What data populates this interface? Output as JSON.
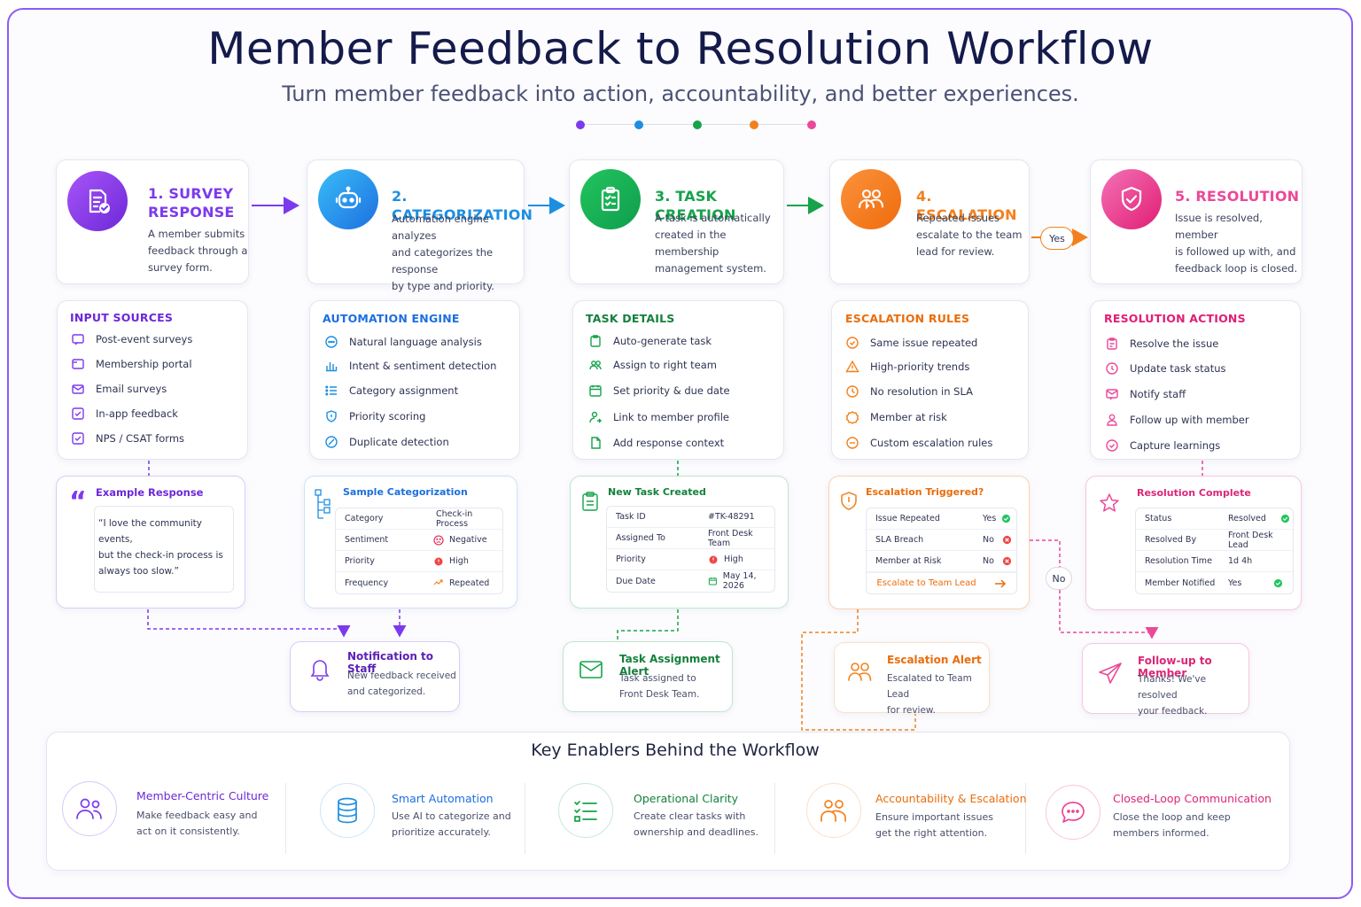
{
  "header": {
    "title": "Member Feedback to Resolution Workflow",
    "subtitle": "Turn member feedback into action, accountability, and better experiences."
  },
  "colors": {
    "purple": "#7c3aed",
    "blue": "#1d8fe0",
    "green": "#16a34a",
    "orange": "#f2811d",
    "pink": "#ec4899",
    "navy": "#141a4a"
  },
  "steps": [
    {
      "title_line1": "1. SURVEY",
      "title_line2": "RESPONSE",
      "desc_lines": [
        "A member submits",
        "feedback through a",
        "survey form."
      ],
      "icon": "survey-form-icon"
    },
    {
      "title": "2. CATEGORIZATION",
      "desc_lines": [
        "Automation engine analyzes",
        "and categorizes the response",
        "by type and priority."
      ],
      "icon": "robot-icon"
    },
    {
      "title": "3. TASK CREATION",
      "desc_lines": [
        "A task is automatically",
        "created in the membership",
        "management system."
      ],
      "icon": "clipboard-icon"
    },
    {
      "title": "4.  ESCALATION",
      "desc_lines": [
        "Repeated issues",
        "escalate to the team",
        "lead for review."
      ],
      "icon": "people-icon"
    },
    {
      "title": "5.  RESOLUTION",
      "desc_lines": [
        "Issue is resolved, member",
        "is followed up with, and",
        "feedback loop is closed."
      ],
      "icon": "shield-check-icon"
    }
  ],
  "decision": {
    "yes": "Yes",
    "no": "No"
  },
  "sections": [
    {
      "title": "INPUT SOURCES",
      "items": [
        "Post-event surveys",
        "Membership portal",
        "Email surveys",
        "In-app feedback",
        "NPS / CSAT forms"
      ]
    },
    {
      "title": "AUTOMATION ENGINE",
      "items": [
        "Natural language analysis",
        "Intent & sentiment detection",
        "Category assignment",
        "Priority scoring",
        "Duplicate detection"
      ]
    },
    {
      "title": "TASK DETAILS",
      "items": [
        "Auto-generate task",
        "Assign to right team",
        "Set priority & due date",
        "Link to member profile",
        "Add response context"
      ]
    },
    {
      "title": "ESCALATION RULES",
      "items": [
        "Same issue repeated",
        "High-priority trends",
        "No resolution in SLA",
        "Member at risk",
        "Custom escalation rules"
      ]
    },
    {
      "title": "RESOLUTION ACTIONS",
      "items": [
        "Resolve the issue",
        "Update task status",
        "Notify staff",
        "Follow up with member",
        "Capture learnings"
      ]
    }
  ],
  "example": {
    "title": "Example Response",
    "quote_lines": [
      "“I love the community events,",
      "but the check-in process is",
      "always too slow.”"
    ]
  },
  "categorization": {
    "title": "Sample Categorization",
    "rows": [
      {
        "key": "Category",
        "value": "Check-in Process"
      },
      {
        "key": "Sentiment",
        "value": "Negative"
      },
      {
        "key": "Priority",
        "value": "High"
      },
      {
        "key": "Frequency",
        "value": "Repeated"
      }
    ]
  },
  "task": {
    "title": "New Task Created",
    "rows": [
      {
        "key": "Task ID",
        "value": "#TK-48291"
      },
      {
        "key": "Assigned To",
        "value": "Front Desk Team"
      },
      {
        "key": "Priority",
        "value": "High"
      },
      {
        "key": "Due Date",
        "value": "May 14, 2026"
      }
    ]
  },
  "escalation": {
    "title": "Escalation Triggered?",
    "rows": [
      {
        "key": "Issue Repeated",
        "value": "Yes"
      },
      {
        "key": "SLA Breach",
        "value": "No"
      },
      {
        "key": "Member at Risk",
        "value": "No"
      }
    ],
    "action": "Escalate to Team Lead"
  },
  "resolution": {
    "title": "Resolution Complete",
    "rows": [
      {
        "key": "Status",
        "value": "Resolved"
      },
      {
        "key": "Resolved By",
        "value": "Front Desk Lead"
      },
      {
        "key": "Resolution Time",
        "value": "1d 4h"
      },
      {
        "key": "Member Notified",
        "value": "Yes"
      }
    ]
  },
  "alerts": [
    {
      "title": "Notification to Staff",
      "lines": [
        "New feedback received",
        "and categorized."
      ],
      "icon": "bell-icon"
    },
    {
      "title": "Task Assignment Alert",
      "lines": [
        "Task assigned to",
        "Front Desk Team."
      ],
      "icon": "mail-icon"
    },
    {
      "title": "Escalation Alert",
      "lines": [
        "Escalated to Team Lead",
        "for review."
      ],
      "icon": "people-icon"
    },
    {
      "title": "Follow-up to Member",
      "lines": [
        "Thanks! We've resolved",
        "your feedback."
      ],
      "icon": "send-icon"
    }
  ],
  "enablers": {
    "title": "Key Enablers Behind the Workflow",
    "items": [
      {
        "title": "Member-Centric Culture",
        "lines": [
          "Make feedback easy and",
          "act on it consistently."
        ],
        "icon": "people-icon"
      },
      {
        "title": "Smart Automation",
        "lines": [
          "Use AI to categorize and",
          "prioritize accurately."
        ],
        "icon": "database-icon"
      },
      {
        "title": "Operational Clarity",
        "lines": [
          "Create clear tasks with",
          "ownership and deadlines."
        ],
        "icon": "checklist-icon"
      },
      {
        "title": "Accountability & Escalation",
        "lines": [
          "Ensure important issues",
          "get the right attention."
        ],
        "icon": "team-icon"
      },
      {
        "title": "Closed-Loop Communication",
        "lines": [
          "Close the loop and keep",
          "members informed."
        ],
        "icon": "chat-icon"
      }
    ]
  }
}
